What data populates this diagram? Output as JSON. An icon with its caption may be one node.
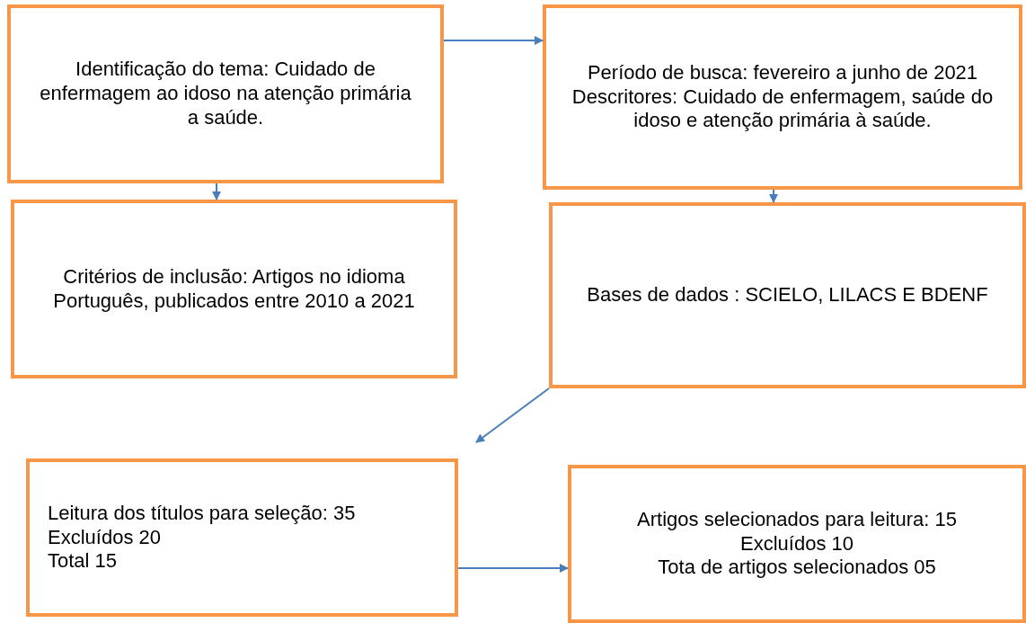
{
  "diagram": {
    "nodes": [
      {
        "text": [
          "Identificação do tema: Cuidado de enfermagem ao idoso na atenção primária a saúde."
        ]
      },
      {
        "text": [
          "Período de busca: fevereiro a junho de 2021",
          "Descritores: Cuidado de enfermagem, saúde do idoso e atenção primária à saúde."
        ]
      },
      {
        "text": [
          "Critérios de inclusão: Artigos no idioma Português, publicados entre 2010 a 2021"
        ]
      },
      {
        "text": [
          "Bases de dados : SCIELO, LILACS E BDENF"
        ]
      },
      {
        "text": [
          "Leitura dos títulos para seleção: 35",
          "Excluídos 20",
          "Total 15"
        ]
      },
      {
        "text": [
          "Artigos selecionados para leitura: 15",
          "Excluídos 10",
          "Tota de artigos selecionados 05"
        ]
      }
    ],
    "edges": [
      {
        "from": 0,
        "to": 1,
        "arrow": "to"
      },
      {
        "from": 0,
        "to": 2,
        "arrow": "to"
      },
      {
        "from": 1,
        "to": 3,
        "arrow": "to"
      },
      {
        "from": 3,
        "to": 4,
        "arrow": "to"
      },
      {
        "from": 4,
        "to": 5,
        "arrow": "to"
      }
    ]
  }
}
